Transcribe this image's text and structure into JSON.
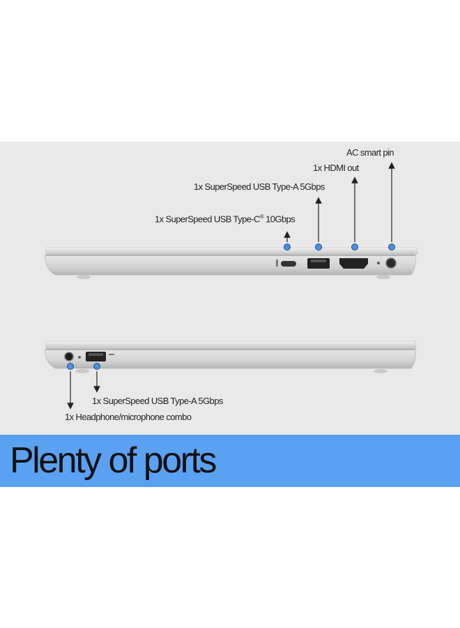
{
  "ports": {
    "ac_smart_pin": "AC smart pin",
    "hdmi": "1x HDMI out",
    "usb_a_right": "1x SuperSpeed USB Type-A 5Gbps",
    "usb_c_main": "1x SuperSpeed USB Type-C",
    "usb_c_mark": "®",
    "usb_c_speed": " 10Gbps",
    "usb_a_left": "1x SuperSpeed USB Type-A 5Gbps",
    "headphone": "1x Headphone/microphone combo"
  },
  "banner": {
    "title": "Plenty of ports"
  },
  "colors": {
    "banner": "#5aa1f2",
    "panel": "#e9e9e9",
    "callout_dot": "#4a90e2"
  }
}
